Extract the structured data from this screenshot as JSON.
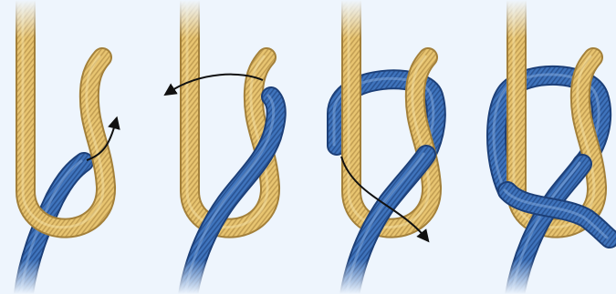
{
  "diagram": {
    "kind": "knot-tying-steps",
    "step_count": 4,
    "colors": {
      "background": "#eef5fd",
      "tan_rope": "#e8c571",
      "tan_rope_dark": "#a3803a",
      "tan_rope_light": "#f9e6ad",
      "blue_rope": "#3f74bd",
      "blue_rope_dark": "#1c3f78",
      "blue_rope_light": "#8fb3e4",
      "arrow": "#111111"
    },
    "steps": [
      {
        "name": "step-1",
        "arrow": "blue-end-up-behind-tan-loop"
      },
      {
        "name": "step-2",
        "arrow": "blue-end-around-back-of-tan-loop"
      },
      {
        "name": "step-3",
        "arrow": "blue-end-down-through-tan-loop"
      },
      {
        "name": "step-4",
        "arrow": "none"
      }
    ]
  }
}
